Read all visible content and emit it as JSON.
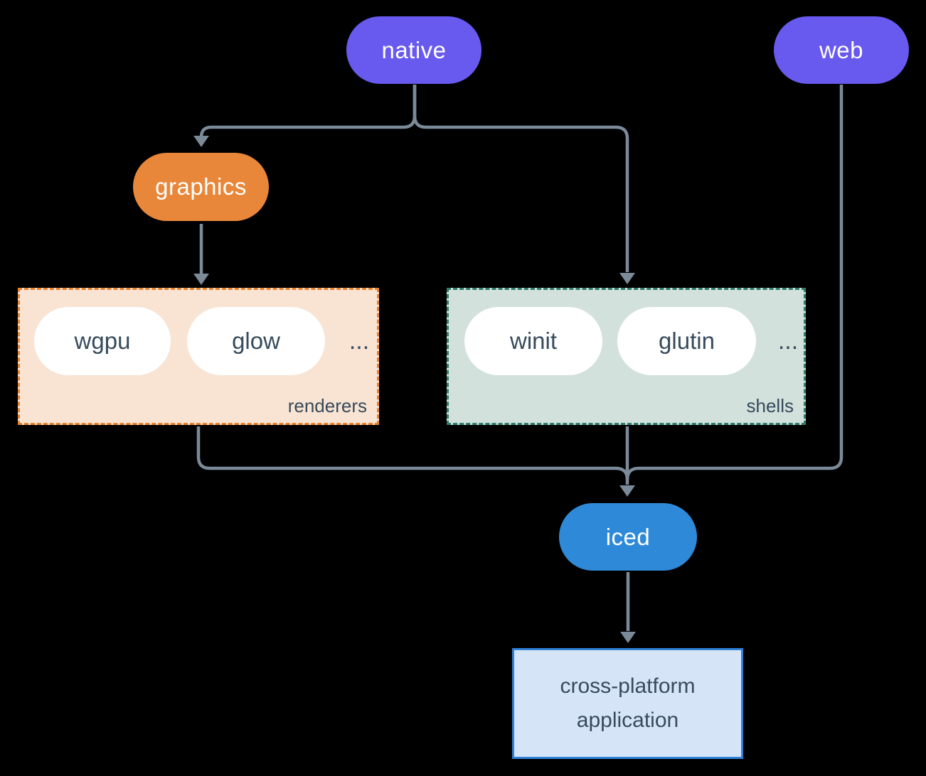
{
  "diagram": {
    "nodes": {
      "native": {
        "label": "native",
        "color": "#6859ef"
      },
      "web": {
        "label": "web",
        "color": "#6859ef"
      },
      "graphics": {
        "label": "graphics",
        "color": "#e8873a"
      },
      "iced": {
        "label": "iced",
        "color": "#2e8ad9"
      },
      "application": {
        "label_line1": "cross-platform",
        "label_line2": "application",
        "bg_color": "#d5e5f7",
        "border_color": "#3080d8"
      }
    },
    "groups": {
      "renderers": {
        "label": "renderers",
        "items": [
          {
            "label": "wgpu"
          },
          {
            "label": "glow"
          }
        ],
        "more": "...",
        "bg_color": "#f9e3d3",
        "border_color": "#e8822d"
      },
      "shells": {
        "label": "shells",
        "items": [
          {
            "label": "winit"
          },
          {
            "label": "glutin"
          }
        ],
        "more": "...",
        "bg_color": "#d2e1db",
        "border_color": "#2f7d6d"
      }
    },
    "edges": [
      {
        "from": "native",
        "to": "graphics"
      },
      {
        "from": "native",
        "to": "shells"
      },
      {
        "from": "graphics",
        "to": "renderers"
      },
      {
        "from": "renderers",
        "to": "iced"
      },
      {
        "from": "shells",
        "to": "iced"
      },
      {
        "from": "web",
        "to": "iced"
      },
      {
        "from": "iced",
        "to": "application"
      }
    ],
    "edge_color": "#7b8a99",
    "text_color": "#374b5c"
  }
}
